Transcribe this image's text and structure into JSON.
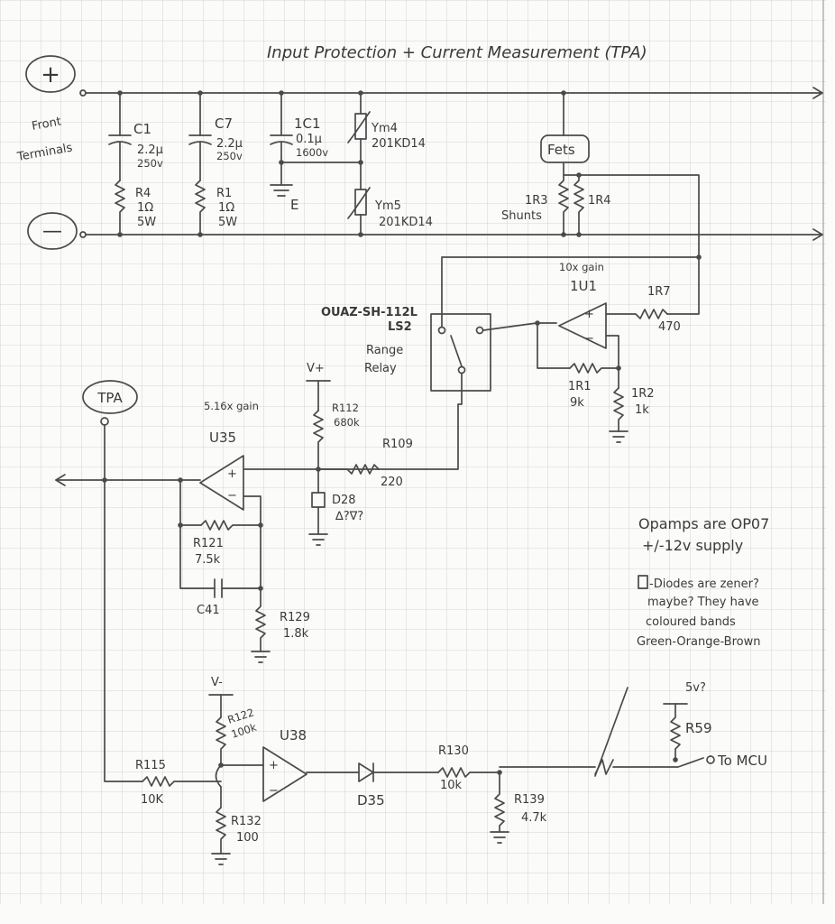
{
  "title": "Input Protection + Current Measurement (TPA)",
  "terminals": {
    "plus": "+",
    "minus": "—",
    "label_line1": "Front",
    "label_line2": "Terminals"
  },
  "components": {
    "c1": {
      "ref": "C1",
      "v1": "2.2µ",
      "v2": "250v"
    },
    "c7": {
      "ref": "C7",
      "v1": "2.2µ",
      "v2": "250v"
    },
    "ic1": {
      "ref": "1C1",
      "v1": "0.1µ",
      "v2": "1600v"
    },
    "r4": {
      "ref": "R4",
      "v1": "1Ω",
      "v2": "5W"
    },
    "r1": {
      "ref": "R1",
      "v1": "1Ω",
      "v2": "5W"
    },
    "e": "E",
    "ym4": {
      "ref": "Ym4",
      "val": "201KD14"
    },
    "ym5": {
      "ref": "Ym5",
      "val": "201KD14"
    },
    "fets": "Fets",
    "ir3": "1R3",
    "ir4": "1R4",
    "shunts": "Shunts",
    "relay": {
      "part": "OUAZ-SH-112L",
      "ref": "LS2",
      "l1": "Range",
      "l2": "Relay"
    },
    "iu1": {
      "ref": "1U1",
      "gain": "10x gain"
    },
    "ir7": {
      "ref": "1R7",
      "val": "470"
    },
    "ir1": {
      "ref": "1R1",
      "val": "9k"
    },
    "ir2": {
      "ref": "1R2",
      "val": "1k"
    },
    "tpa": "TPA",
    "u35": {
      "ref": "U35",
      "gain": "5.16x gain"
    },
    "vplus": "V+",
    "r112": {
      "ref": "R112",
      "val": "680k"
    },
    "r109": {
      "ref": "R109",
      "val": "220"
    },
    "d28": {
      "ref": "D28",
      "note": "∆?∇?"
    },
    "r121": {
      "ref": "R121",
      "val": "7.5k"
    },
    "c41": "C41",
    "r129": {
      "ref": "R129",
      "val": "1.8k"
    },
    "vminus": "V-",
    "r122": {
      "ref": "R122",
      "val": "100k"
    },
    "u38": "U38",
    "r115": {
      "ref": "R115",
      "val": "10K"
    },
    "r132": {
      "ref": "R132",
      "val": "100"
    },
    "d35": "D35",
    "r130": {
      "ref": "R130",
      "val": "10k"
    },
    "r139": {
      "ref": "R139",
      "val": "4.7k"
    },
    "r59": "R59",
    "v5": "5v?",
    "to_mcu": "To MCU"
  },
  "notes": {
    "line1": "Opamps are OP07",
    "line2": "+/-12v supply",
    "line3": "-Diodes are zener?",
    "line4": "maybe? They have",
    "line5": "coloured bands",
    "line6": "Green-Orange-Brown"
  }
}
